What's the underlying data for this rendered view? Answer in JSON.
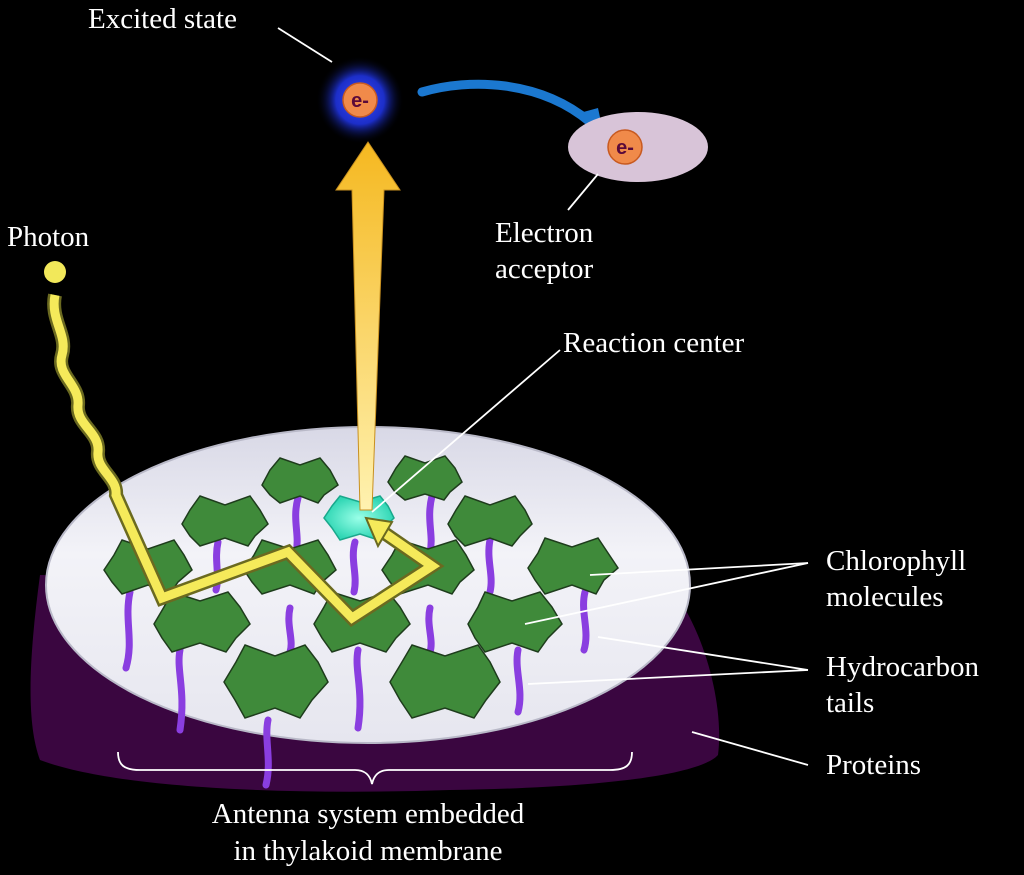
{
  "labels": {
    "excited_state": "Excited state",
    "photon": "Photon",
    "electron_acceptor_line1": "Electron",
    "electron_acceptor_line2": "acceptor",
    "reaction_center": "Reaction center",
    "chlorophyll_line1": "Chlorophyll",
    "chlorophyll_line2": "molecules",
    "hydrocarbon_line1": "Hydrocarbon",
    "hydrocarbon_line2": "tails",
    "proteins": "Proteins",
    "antenna_line1": "Antenna system embedded",
    "antenna_line2": "in thylakoid membrane",
    "electron_symbol": "e-"
  },
  "colors": {
    "background": "#000000",
    "membrane_disc": "#e4e4ee",
    "protein": "#3a0640",
    "chlorophyll": "#3f8a3a",
    "reaction_center": "#3fe0c0",
    "tail": "#8a3ee0",
    "photon_path": "#f2e85a",
    "energy_arrow": "#f5c030",
    "transfer_arrow": "#1b78d0",
    "electron": "#f08a4a",
    "acceptor": "#d8c4d8"
  }
}
